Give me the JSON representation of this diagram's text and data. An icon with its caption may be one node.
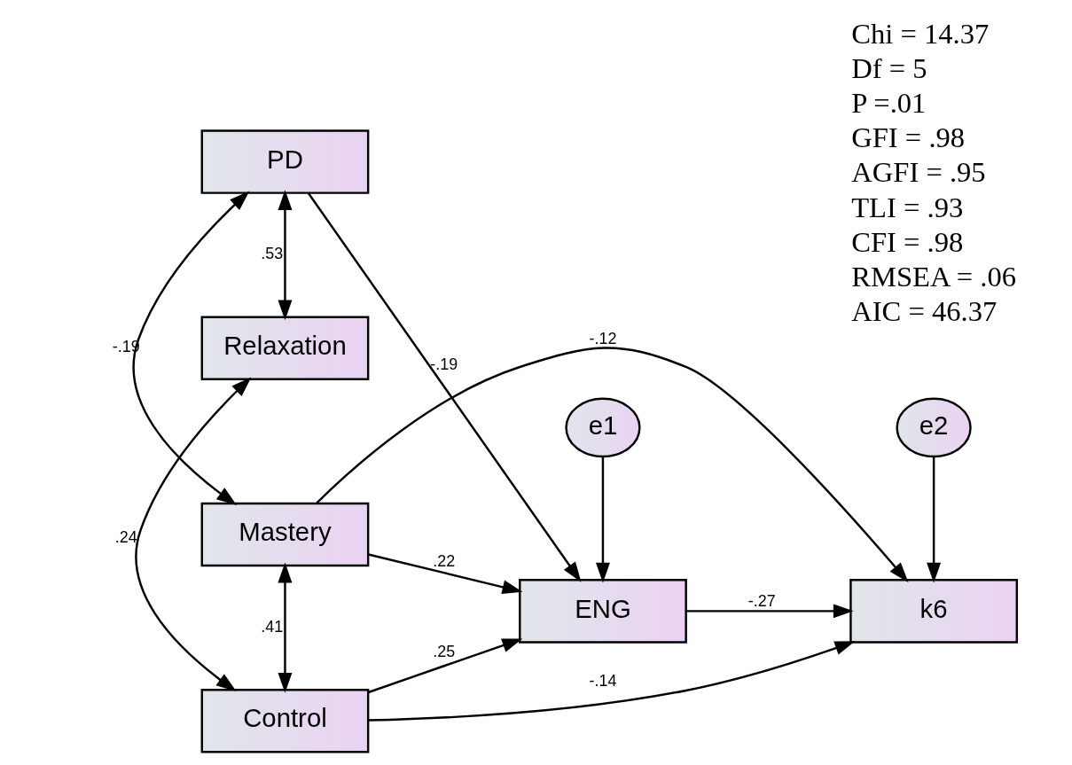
{
  "diagram": {
    "nodes": [
      {
        "text": [
          "PD"
        ]
      },
      {
        "text": [
          "Relaxation"
        ]
      },
      {
        "text": [
          "Mastery"
        ]
      },
      {
        "text": [
          "Control"
        ]
      },
      {
        "text": [
          "e1"
        ]
      },
      {
        "text": [
          "ENG"
        ]
      },
      {
        "text": [
          "e2"
        ]
      },
      {
        "text": [
          "k6"
        ]
      }
    ],
    "edges": [
      {
        "from": 0,
        "to": 1,
        "arrow": "both",
        "label": ".53"
      },
      {
        "from": 0,
        "to": 2,
        "arrow": "both",
        "label": "-.19"
      },
      {
        "from": 1,
        "to": 3,
        "arrow": "both",
        "label": ".24"
      },
      {
        "from": 2,
        "to": 3,
        "arrow": "both",
        "label": ".41"
      },
      {
        "from": 0,
        "to": 5,
        "arrow": "to",
        "label": "-.19"
      },
      {
        "from": 4,
        "to": 5,
        "arrow": "to"
      },
      {
        "from": 2,
        "to": 5,
        "arrow": "to",
        "label": ".22"
      },
      {
        "from": 3,
        "to": 5,
        "arrow": "to",
        "label": ".25"
      },
      {
        "from": 5,
        "to": 7,
        "arrow": "to",
        "label": "-.27"
      },
      {
        "from": 6,
        "to": 7,
        "arrow": "to"
      },
      {
        "from": 2,
        "to": 7,
        "arrow": "to",
        "label": "-.12"
      },
      {
        "from": 3,
        "to": 7,
        "arrow": "to",
        "label": "-.14"
      }
    ],
    "labels": [
      "Chi = 14.37",
      "Df = 5",
      "P =.01",
      "GFI = .98",
      "AGFI = .95",
      "TLI = .93",
      "CFI = .98",
      "RMSEA = .06",
      "AIC = 46.37"
    ]
  }
}
